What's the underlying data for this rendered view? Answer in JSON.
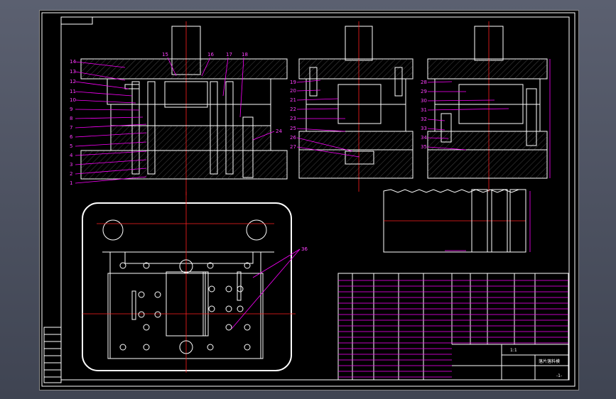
{
  "drawing": {
    "part_numbers_left": [
      "14",
      "13",
      "12",
      "11",
      "10",
      "9",
      "8",
      "7",
      "6",
      "5",
      "4",
      "3",
      "2",
      "1"
    ],
    "part_numbers_top": [
      "15",
      "16",
      "17",
      "18"
    ],
    "part_numbers_right_of_left_view": [
      "24"
    ],
    "part_numbers_middle": [
      "19",
      "20",
      "21",
      "22",
      "23",
      "25",
      "26",
      "27"
    ],
    "part_numbers_right_view": [
      "28",
      "29",
      "30",
      "31",
      "32",
      "33",
      "34",
      "35"
    ],
    "part_number_plan": "36",
    "title_block": {
      "scale": "1:1",
      "drawing_title": "落片落料模",
      "sheet": "-1-"
    }
  },
  "colors": {
    "background": "#000000",
    "outline": "#ffffff",
    "annotation": "#ff00ff",
    "centerline": "#ff2020",
    "frame": "#5b6070"
  }
}
